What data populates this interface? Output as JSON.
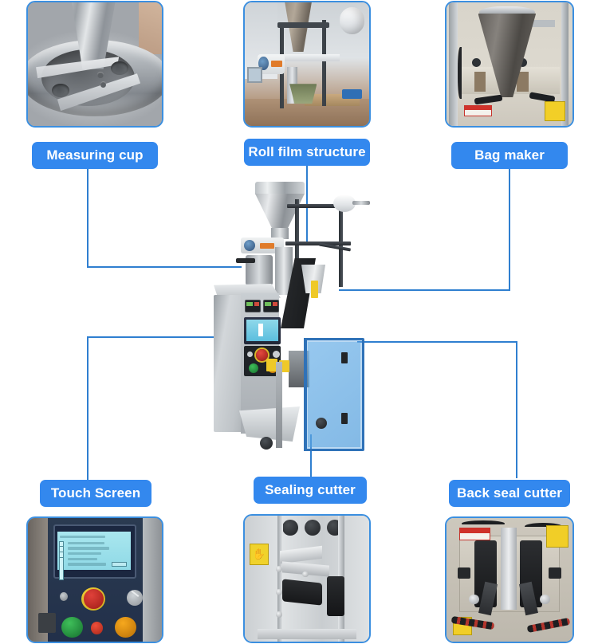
{
  "diagram": {
    "title": "Vertical form fill seal packing machine component callout diagram",
    "accent_color": "#3388ee",
    "frame_border_color": "#3b8fe0",
    "connector_color": "#2f7fd0",
    "background": "#ffffff"
  },
  "callouts": [
    {
      "id": "measuring-cup",
      "label": "Measuring cup",
      "photo_alt": "Stainless steel rotating measuring cup filler with radial vanes",
      "position": "top-left"
    },
    {
      "id": "roll-film-structure",
      "label": "Roll film structure",
      "photo_alt": "Film roll holder frame with hopper and drive rollers",
      "position": "top-center"
    },
    {
      "id": "bag-maker",
      "label": "Bag maker",
      "photo_alt": "Forming collar cone that shapes the film into a bag",
      "position": "top-right"
    },
    {
      "id": "touch-screen",
      "label": "Touch Screen",
      "photo_alt": "HMI touch panel with emergency stop and start stop buttons",
      "position": "bottom-left"
    },
    {
      "id": "sealing-cutter",
      "label": "Sealing cutter",
      "photo_alt": "Horizontal sealing jaw and cutter assembly",
      "position": "bottom-center"
    },
    {
      "id": "back-seal-cutter",
      "label": "Back seal cutter",
      "photo_alt": "Back seal heater bars with pneumatic hoses",
      "position": "bottom-right"
    }
  ],
  "machine": {
    "alt": "Central vertical form fill seal packaging machine photo",
    "parts": [
      "feed hopper",
      "measuring cup filler",
      "roll film structure",
      "bag maker forming collar",
      "control cabinet",
      "touch screen panel",
      "sealing cutter",
      "back seal cutter",
      "blue safety guard door",
      "discharge chute",
      "caster wheel"
    ]
  }
}
